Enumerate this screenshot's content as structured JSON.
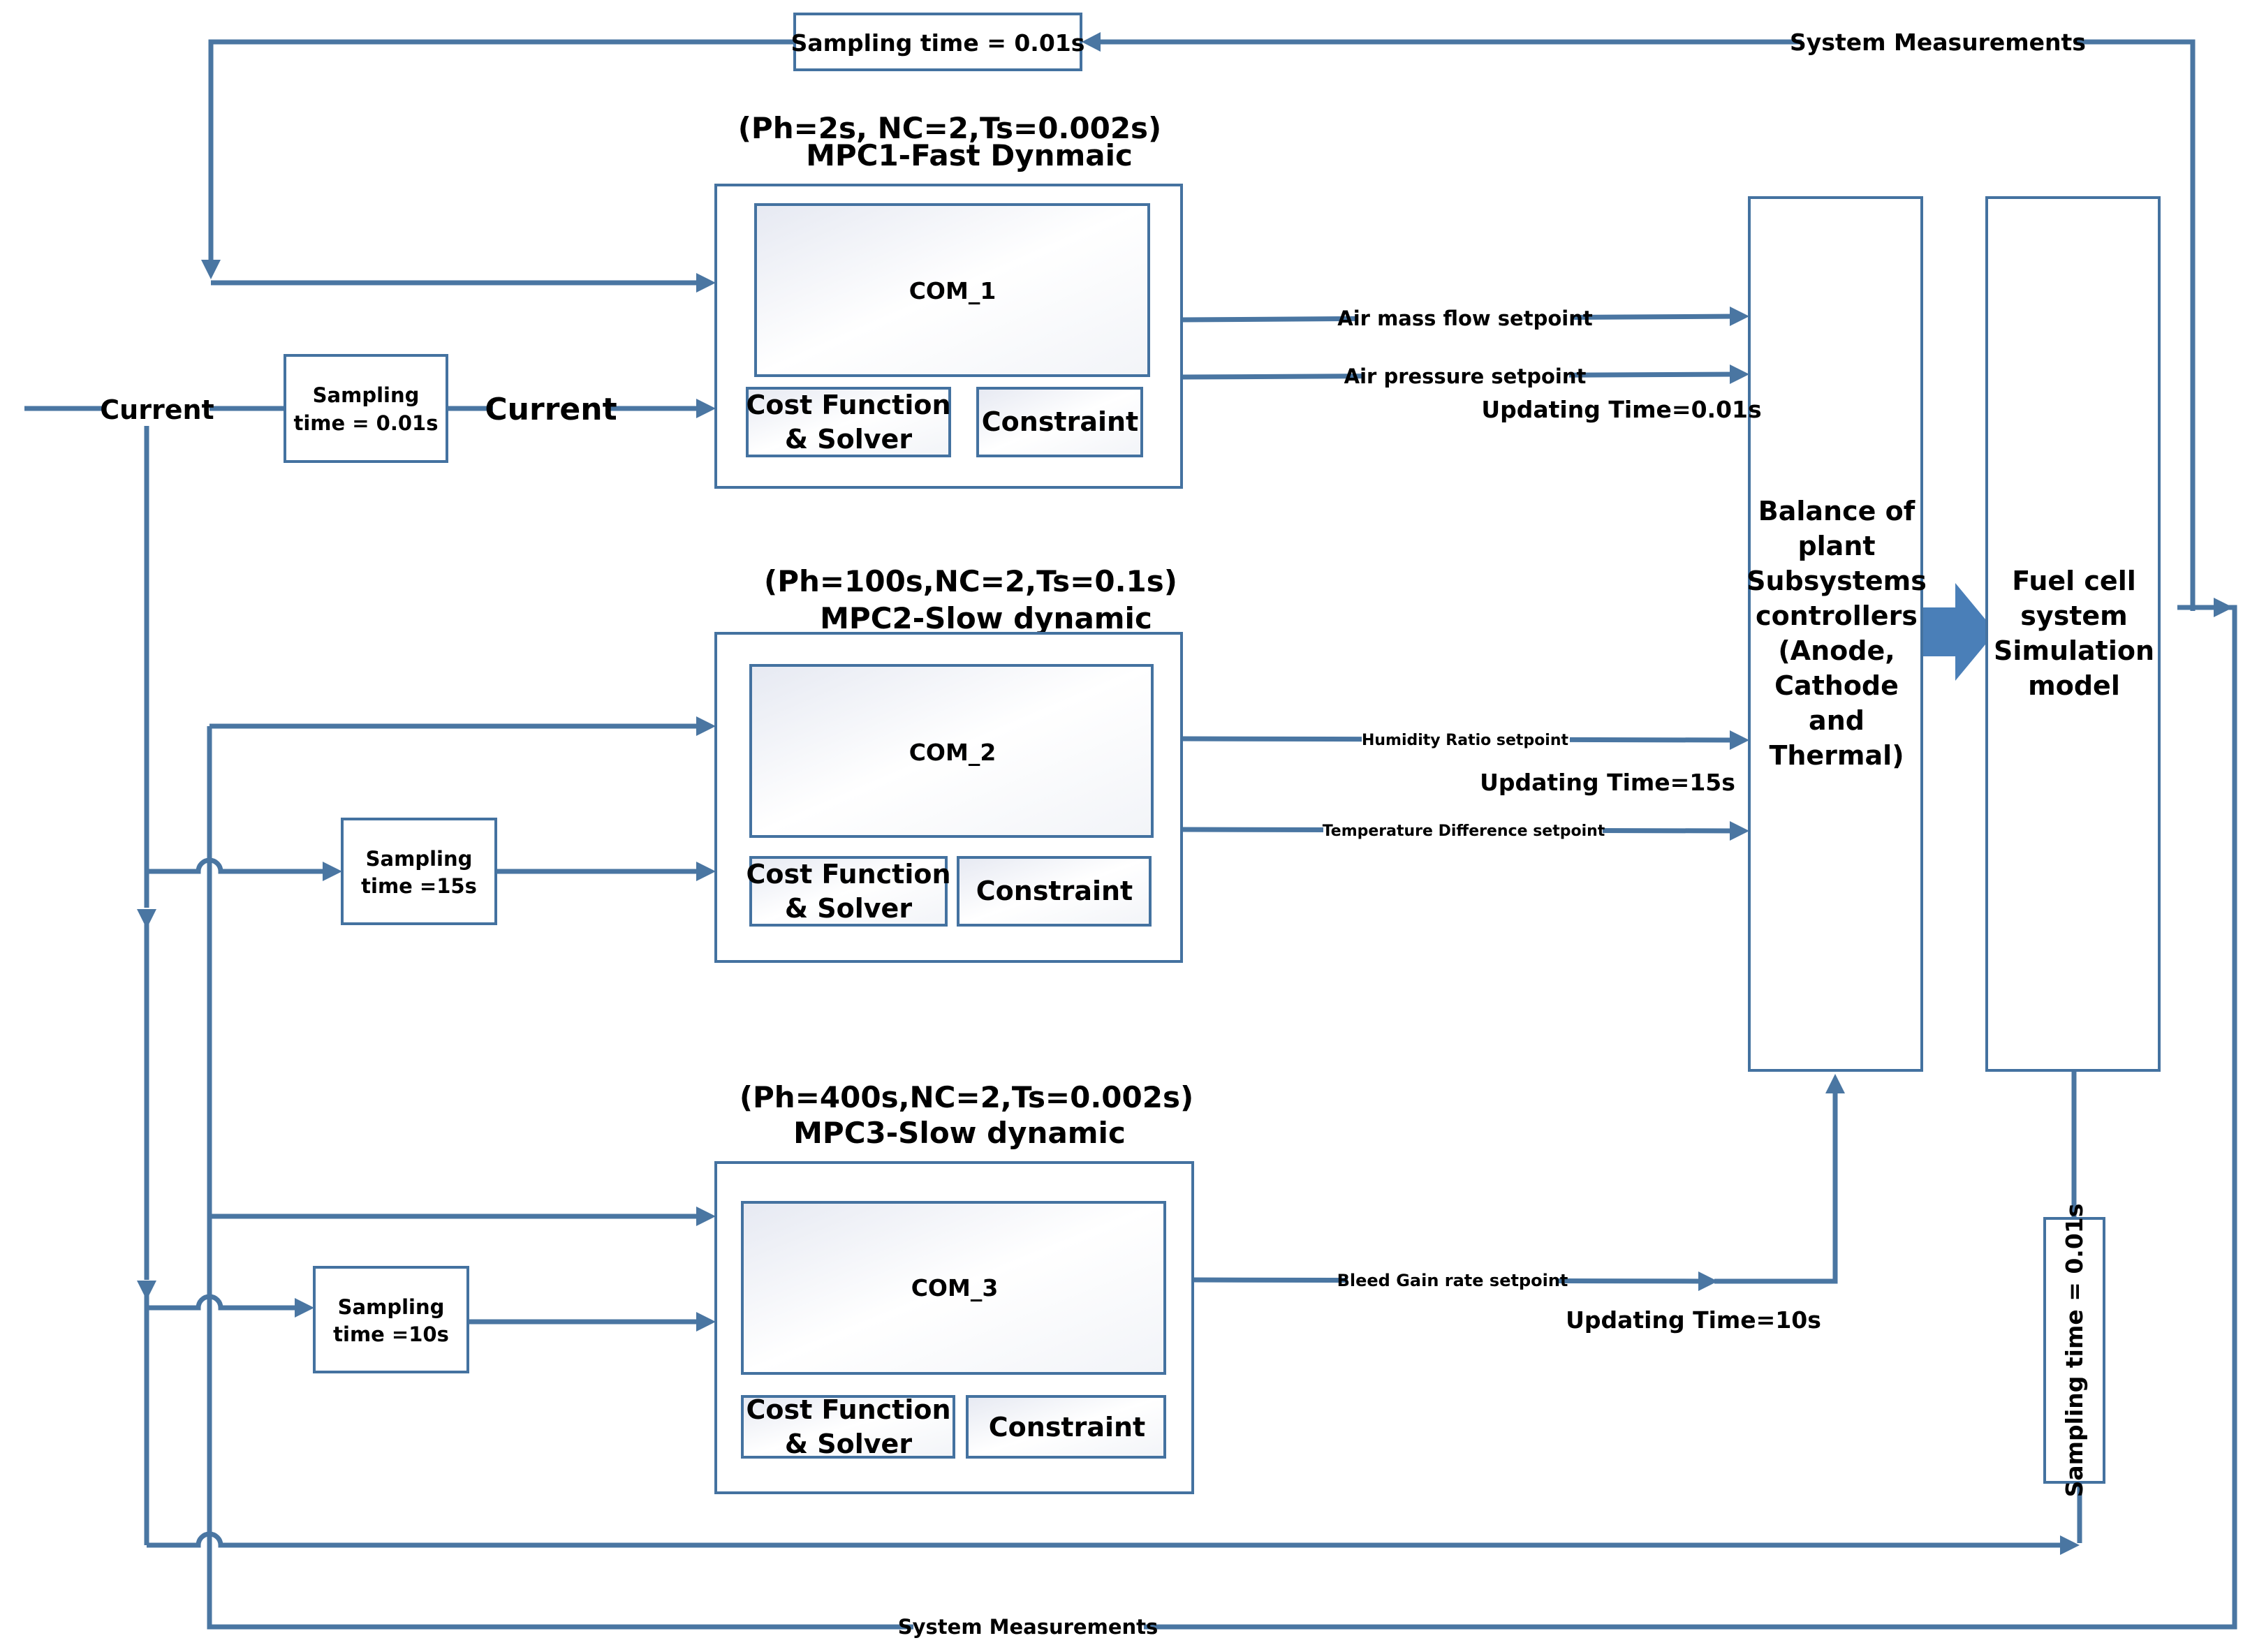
{
  "sampling": {
    "top": "Sampling time = 0.01s",
    "current": [
      "Sampling",
      "time = 0.01s"
    ],
    "mpc2": [
      "Sampling",
      "time =15s"
    ],
    "mpc3": [
      "Sampling",
      "time =10s"
    ],
    "right": "Sampling time = 0.01s"
  },
  "measurements": {
    "top": "System Measurements",
    "bottom": "System Measurements"
  },
  "current": {
    "left": "Current",
    "mid": "Current"
  },
  "mpc1": {
    "params": "(Ph=2s, NC=2,Ts=0.002s)",
    "name": "MPC1-Fast Dynmaic",
    "com": "COM_1",
    "cost": [
      "Cost Function",
      "& Solver"
    ],
    "constraint": "Constraint",
    "out1": "Air mass flow setpoint",
    "out2": "Air pressure setpoint",
    "update": "Updating  Time=0.01s"
  },
  "mpc2": {
    "params": "(Ph=100s,NC=2,Ts=0.1s)",
    "name": "MPC2-Slow dynamic",
    "com": "COM_2",
    "cost": [
      "Cost Function",
      "& Solver"
    ],
    "constraint": "Constraint",
    "out1": "Humidity Ratio setpoint",
    "out2": "Temperature Difference setpoint",
    "update": "Updating  Time=15s"
  },
  "mpc3": {
    "params": "(Ph=400s,NC=2,Ts=0.002s)",
    "name": "MPC3-Slow dynamic",
    "com": "COM_3",
    "cost": [
      "Cost Function",
      "& Solver"
    ],
    "constraint": "Constraint",
    "out1": "Bleed Gain rate setpoint",
    "update": "Updating  Time=10s"
  },
  "bop": {
    "lines": [
      "Balance of",
      "plant",
      "Subsystems",
      "controllers",
      "(Anode,",
      "Cathode",
      "and",
      "Thermal)"
    ]
  },
  "fuelcell": {
    "lines": [
      "Fuel cell",
      "system",
      "Simulation",
      "model"
    ]
  },
  "colors": {
    "line": "#4a76a2",
    "box_border": "#4472a0",
    "inner_fill": "#eef0f6"
  }
}
